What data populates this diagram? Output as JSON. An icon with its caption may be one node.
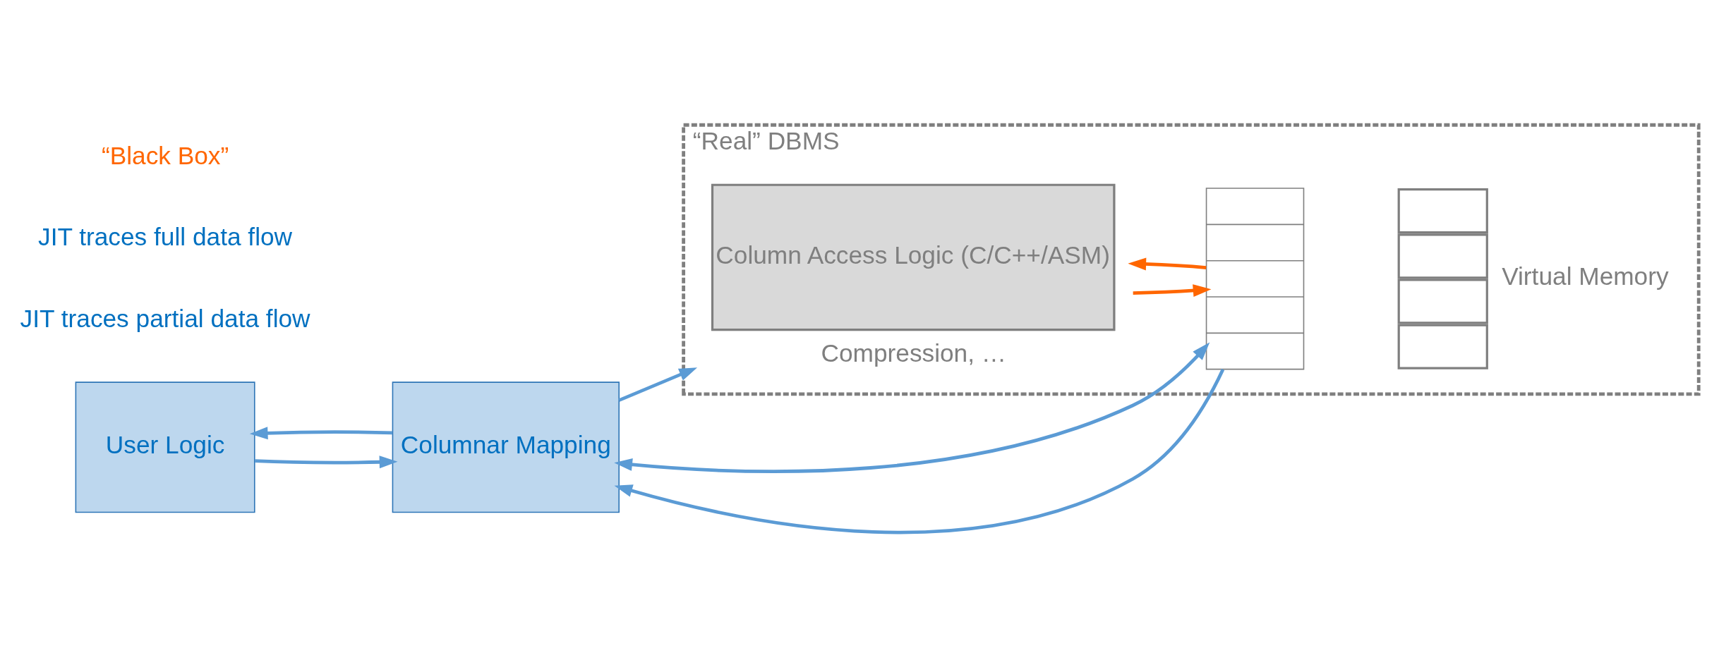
{
  "diagram": {
    "nodes": [
      {
        "text": [
          "User Logic"
        ]
      },
      {
        "text": [
          "Columnar Mapping"
        ]
      },
      {
        "text": [
          "“Real” DBMS"
        ]
      },
      {
        "text": [
          "Column Access Logic (C/C++/ASM)"
        ],
        "in": 2,
        "beside": [
          "Compression, …"
        ]
      },
      {
        "text": [],
        "shape": "box",
        "in": 2
      },
      {
        "text": [],
        "shape": "box",
        "in": 2,
        "beside": [
          "Virtual Memory"
        ]
      }
    ],
    "edges": [
      {
        "from": 0,
        "to": 1,
        "arrow": "to"
      },
      {
        "from": 1,
        "to": 0,
        "arrow": "to"
      },
      {
        "from": 1,
        "to": 3,
        "arrow": "to"
      },
      {
        "from": 4,
        "to": 1,
        "arrow": "to"
      },
      {
        "from": 1,
        "to": 4,
        "arrow": "both"
      },
      {
        "from": 3,
        "to": 4,
        "arrow": "to",
        "color": "#ff6600"
      },
      {
        "from": 4,
        "to": 3,
        "arrow": "to",
        "color": "#ff6600"
      }
    ],
    "labels": [
      "JIT traces partial data flow",
      "JIT traces full data flow",
      "“Black Box”"
    ]
  }
}
